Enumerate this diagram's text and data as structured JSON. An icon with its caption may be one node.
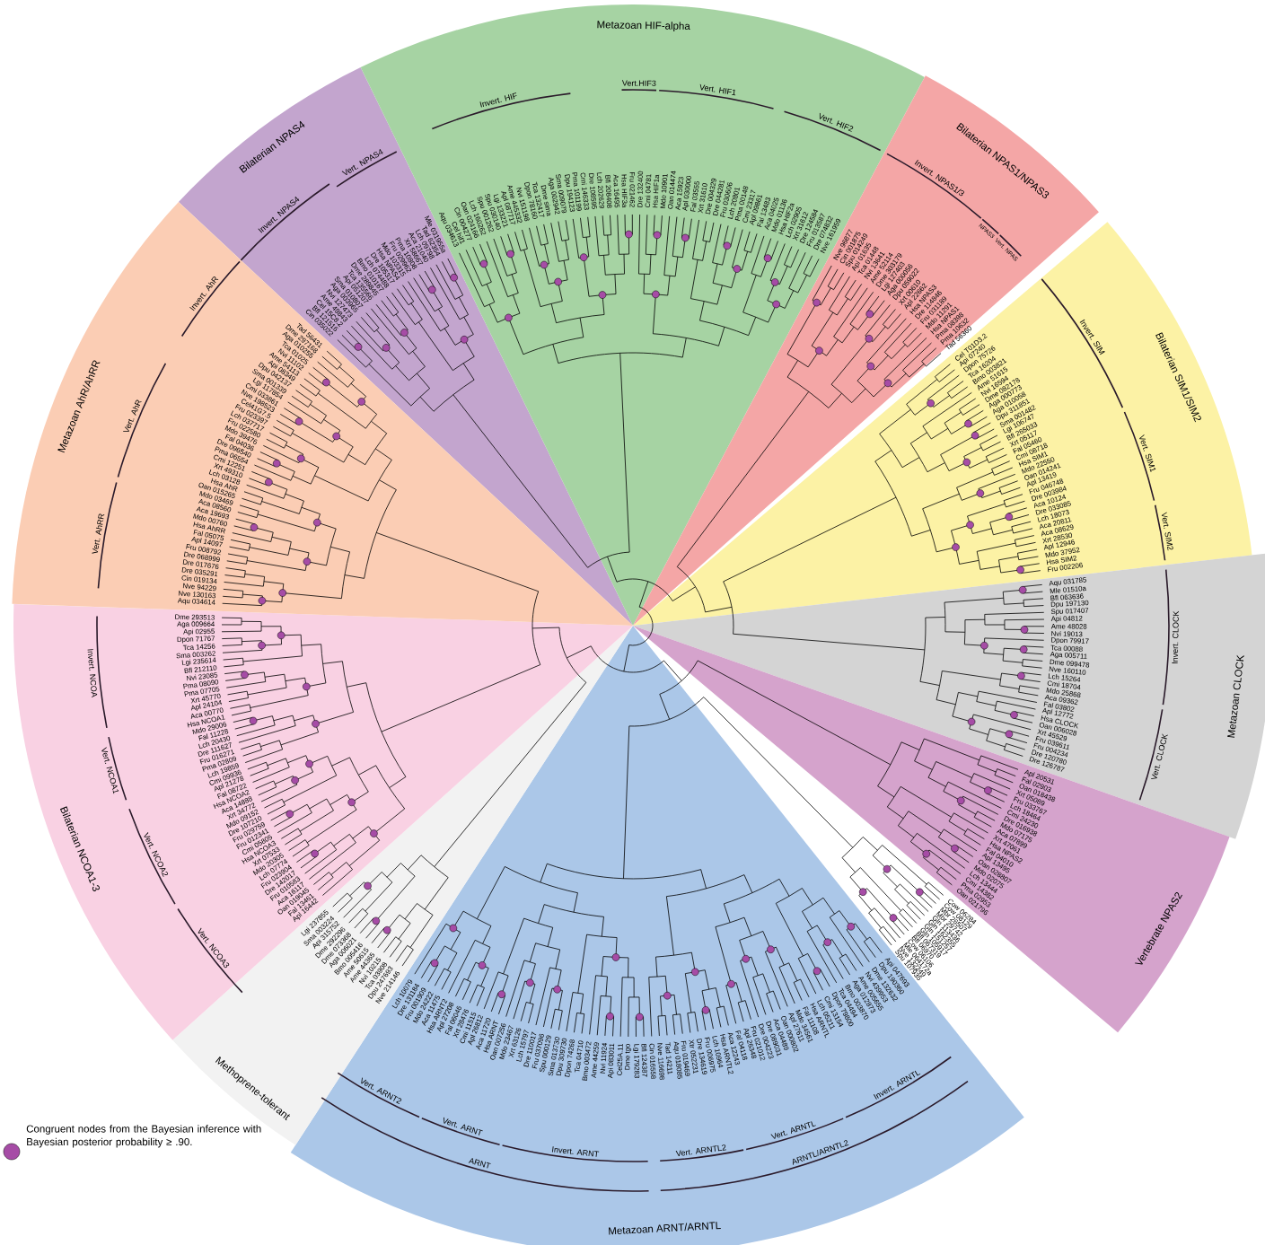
{
  "diagram": {
    "nodes": [
      {
        "text": [
          "Bilaterian NPAS4"
        ]
      },
      {
        "text": [
          "Metazoan HIF-alpha"
        ]
      },
      {
        "text": [
          "Bilaterian NPAS1/NPAS3"
        ]
      },
      {
        "text": [
          "Bilaterian SIM1/SIM2"
        ]
      },
      {
        "text": [
          "Metazoan CLOCK"
        ]
      },
      {
        "text": [
          "Vertebrate NPAS2"
        ]
      },
      {
        "text": [
          "Metazoan ARNT/ARNTL"
        ]
      },
      {
        "text": [
          "Methoprene-tolerant"
        ]
      },
      {
        "text": [
          "Bilaterian NCOA1-3"
        ]
      },
      {
        "text": [
          "Metazoan AhR/AhRR"
        ]
      }
    ],
    "labels": [
      "Invert. NPAS4",
      "Vert. NPAS4",
      "Invert. HIF",
      "Vert.HIF3",
      "Vert. HIF1",
      "Vert. HIF2",
      "Invert. NPAS1/3",
      "NPAS3",
      "Vert. NPAS",
      "Invert. SIM",
      "Vert. SIM1",
      "Vert. SIM2",
      "Invert. CLOCK",
      "Vert. CLOCK",
      "Invert. ARNTL",
      "Vert. ARNTL",
      "Vert. ARNTL2",
      "ARNTL/ARNTL2",
      "Invert. ARNT",
      "Vert. ARNT",
      "Vert. ARNT2",
      "ARNT",
      "Vert. NCOA3",
      "Vert. NCOA2",
      "Vert. NCOA1",
      "Invert. NCOA",
      "Vert. AhRR",
      "Vert. AhR",
      "Invert. AhR",
      "Cin 035022",
      "Bfl 121516",
      "Cel 15C8.2",
      "Ame 49843",
      "Nvi 127473",
      "Aga 003965",
      "Sma 010807",
      "Api 051207",
      "Tca 135566",
      "Dme 289845",
      "Bmo 010167",
      "Lch 074488",
      "Dre 105317",
      "Hsa NPAS4",
      "Mdo 103315",
      "Fru 029962",
      "Pma 10808",
      "Xrt 58667",
      "Aca 21040",
      "Lch 09798",
      "Tad 62354",
      "Mle 031955a",
      "Aqu 034613",
      "Cel hif1",
      "Cin 004277",
      "Oan 024166",
      "Lch 160262",
      "Spu 001262",
      "Spu 030140",
      "Lgi 133221",
      "Apl 087717",
      "Ame 445332",
      "Nvi 151198",
      "Dpon 78160",
      "Tca 132417",
      "Dme sima",
      "Aga 002942",
      "Sma 009079",
      "Dpu 194123",
      "Pma 101199",
      "Cmi 146333",
      "Dre 108595",
      "Lch 202629",
      "Bfl 208408",
      "Aca 16495",
      "Hsa HIF3a",
      "Fru 021462",
      "Dre 132400",
      "Cmi 04781",
      "Hsa HIF1a",
      "Mdo 10901",
      "Oan 014474",
      "Aca 15923",
      "Apl 030000",
      "Fal 03555",
      "Xrt 31610",
      "Dre 004329",
      "Dre 044281",
      "Fru 030606",
      "Lch 20801",
      "Pma 00148",
      "Cmi 23317",
      "Apl 09861",
      "Fal 13483",
      "Aca 04025",
      "Mdo 01136",
      "Hsa HIF2a",
      "Lch 02905",
      "Xrt 31612",
      "Dre 124584",
      "Fru 013587",
      "Dre 074832",
      "Nve 161959",
      "Nve 96877",
      "Cin 001875",
      "Spu 014249",
      "Api 01635",
      "Tca 01448",
      "Nvi 13641",
      "Ame 52114",
      "Dme 303179",
      "Lgi 127403",
      "Aga 000056",
      "Dpu 059022",
      "Xrt 00610",
      "Apl 22662",
      "Hsa NPAS3",
      "Dre 114846",
      "Fru 031189",
      "Mdo 11291",
      "Hsa NPAS1",
      "Pma 08398",
      "Pma 10632",
      "Tad 56360",
      "Cel T01D3.2",
      "Api 07240",
      "Dpon 75726",
      "Tca 16204",
      "Bmo 003821",
      "Ame 51615",
      "Nvi 16594",
      "Dme 082178",
      "Aga 000773",
      "Aga 010058",
      "Dpu 311851",
      "Sma 001482",
      "Lgi 106747",
      "Bfl 265033",
      "Xrt 05117",
      "Fal 05460",
      "Cmi 08718",
      "Hsa SIM1",
      "Mdo 22550",
      "Oan 014241",
      "Apl 13419",
      "Fru 046748",
      "Dre 003984",
      "Aca 10124",
      "Dre 033085",
      "Lch 18073",
      "Aca 20811",
      "Aca 08629",
      "Xrt 28530",
      "Apl 12946",
      "Mdo 37952",
      "Hsa SIM2",
      "Fru 002206",
      "Aqu 031785",
      "Mle 01510a",
      "Bfl 063636",
      "Dpu 197130",
      "Spu 017407",
      "Api 04812",
      "Ame 48028",
      "Nvi 19013",
      "Dpon 79917",
      "Tca 00088",
      "Aga 005711",
      "Dme 099478",
      "Nve 160110",
      "Lch 15264",
      "Cmi 18704",
      "Mdo 25868",
      "Aca 09362",
      "Fal 03802",
      "Apl 12772",
      "Hsa CLOCK",
      "Oan 006028",
      "Xrt 45529",
      "Fru 039611",
      "Fru 004234",
      "Dre 120780",
      "Dre 126787",
      "Apl 20531",
      "Fal 02903",
      "Oan 018438",
      "Xrt 05089",
      "Fru 033767",
      "Lch 18464",
      "Cmi 24230",
      "Dre 016938",
      "Mdo 07175",
      "Aca 07899",
      "Xrt 47061",
      "Hsa NPAS2",
      "Fal 04010",
      "Apl 13495",
      "Oan 028807",
      "Mdo 02075",
      "Lch 13444",
      "Cmi 14382",
      "Pma 02953",
      "Oan 021796",
      "Cow 06284",
      "Cow 08129",
      "Mbr 26507",
      "Mbr 29742",
      "Gln 113436",
      "Gln 162355",
      "Gln 151257",
      "Gln 105917",
      "Bfl 067319",
      "Bfl 06970",
      "Cow 06106",
      "Mle 064172a",
      "Nve 132249",
      "Spu 107935",
      "Lch 10079",
      "Dre 131184",
      "Fru 001909",
      "Mdo 24222",
      "Aca 11475",
      "Hsa ARNT2",
      "Apl 27208",
      "Fal 06046",
      "Xrt 28476",
      "Cmi 11515",
      "Apl 26812",
      "Aca 11720",
      "Hsa ARNT",
      "Oan 007256",
      "Mdo 23467",
      "Xrt 63126",
      "Lch 15797",
      "Dre 110017",
      "Fru 037096",
      "Spu 000129",
      "Sma 013730",
      "Dpu 309730",
      "Dpon 74268",
      "Tca 04710",
      "Bmo 003472",
      "Ame 44259",
      "Nvi 11924",
      "Api 083011",
      "Cel25A.11",
      "Dme tgo",
      "Lgi 179283",
      "Bfl 124387",
      "Cin 016558",
      "Nve 116698",
      "Tad 14211",
      "Aqu 018085",
      "Fru 019469",
      "Xtr 052231",
      "Dre 134619",
      "Fru 006975",
      "Lch 10964",
      "Hsa ARNTL2",
      "Aca 12243",
      "Fal 04118",
      "Apl 26348",
      "Fru 021012",
      "Dre 004223",
      "Dre 089031",
      "Aca 04489",
      "Oan 000802",
      "Apl 27611",
      "Mdo 34561",
      "Fal 11108",
      "Hsa ARNTL",
      "Lch 05211",
      "Cmi 13154",
      "Dpon 79800",
      "Tca 04494",
      "Bmo 003870",
      "Aga 012873",
      "Ame 005655",
      "Nvi 439953",
      "Dme 132632",
      "Dpu 190360",
      "Api 047693",
      "Nve 214146",
      "Dpu 247693",
      "Tca 03908",
      "Nvi 10215",
      "Ame 44365",
      "Ame 50615",
      "Bmo 005416",
      "Aga 006021",
      "Dme 073368",
      "Dme 292296",
      "Api 315752",
      "Sma 003224",
      "Lgi 237855",
      "Apl 16442",
      "Fal 13461",
      "Oan 019045",
      "Aca 16117",
      "Fru 010583",
      "Dre 142017",
      "Fru 023904",
      "Lch 07774",
      "Mdo 20305",
      "Xrt 07533",
      "Hsa NCOA3",
      "Cmi 05805",
      "Fru 012341",
      "Fru 029759",
      "Dre 107210",
      "Mdo 09152",
      "Xrt 34772",
      "Aca 14888",
      "Hsa NCOA2",
      "Fal 08722",
      "Apl 21278",
      "Cmi 09936",
      "Lch 19859",
      "Pma 02809",
      "Fru 016271",
      "Dre 111627",
      "Lch 20430",
      "Fal 11228",
      "Mdo 29006",
      "Hsa NCOA1",
      "Aca 00770",
      "Apl 24104",
      "Xrt 45770",
      "Pma 07705",
      "Pma 08090",
      "Nvi 23085",
      "Bfl 212110",
      "Lgi 235614",
      "Sma 003262",
      "Tca 14256",
      "Dpon 71767",
      "Api 02955",
      "Aga 009664",
      "Dme 293513",
      "Aqu 034614",
      "Nve 130163",
      "Nve 94229",
      "Cin 019134",
      "Dre 035291",
      "Dre 017676",
      "Dre 068999",
      "Fru 008792",
      "Apl 14097",
      "Fal 05075",
      "Hsa AhRR",
      "Mdo 00760",
      "Aca 19693",
      "Aca 08560",
      "Mdo 03469",
      "Oan 015265",
      "Hsa AhR",
      "Lch 03128",
      "Xrt 49310",
      "Cmi 12251",
      "Pma 06554",
      "Dre 096540",
      "Fal 04036",
      "Mdo 39476",
      "Fru 022580",
      "Lch 037717",
      "Fru 023397",
      "Cel41G7.5",
      "Nve 198523",
      "Cmi 033861",
      "Lgi 117854",
      "Sma 001339",
      "Dpu 042137",
      "Api 08349",
      "Ame 54113",
      "Nvi 11102",
      "Tca 01025",
      "Aga 010255",
      "Dme 297168",
      "Tad 56431"
    ],
    "legend": [
      {
        "text": "Congruent nodes from the Bayesian inference with Bayesian posterior probability ≥ .90.",
        "color": "#a64ca6"
      }
    ]
  }
}
